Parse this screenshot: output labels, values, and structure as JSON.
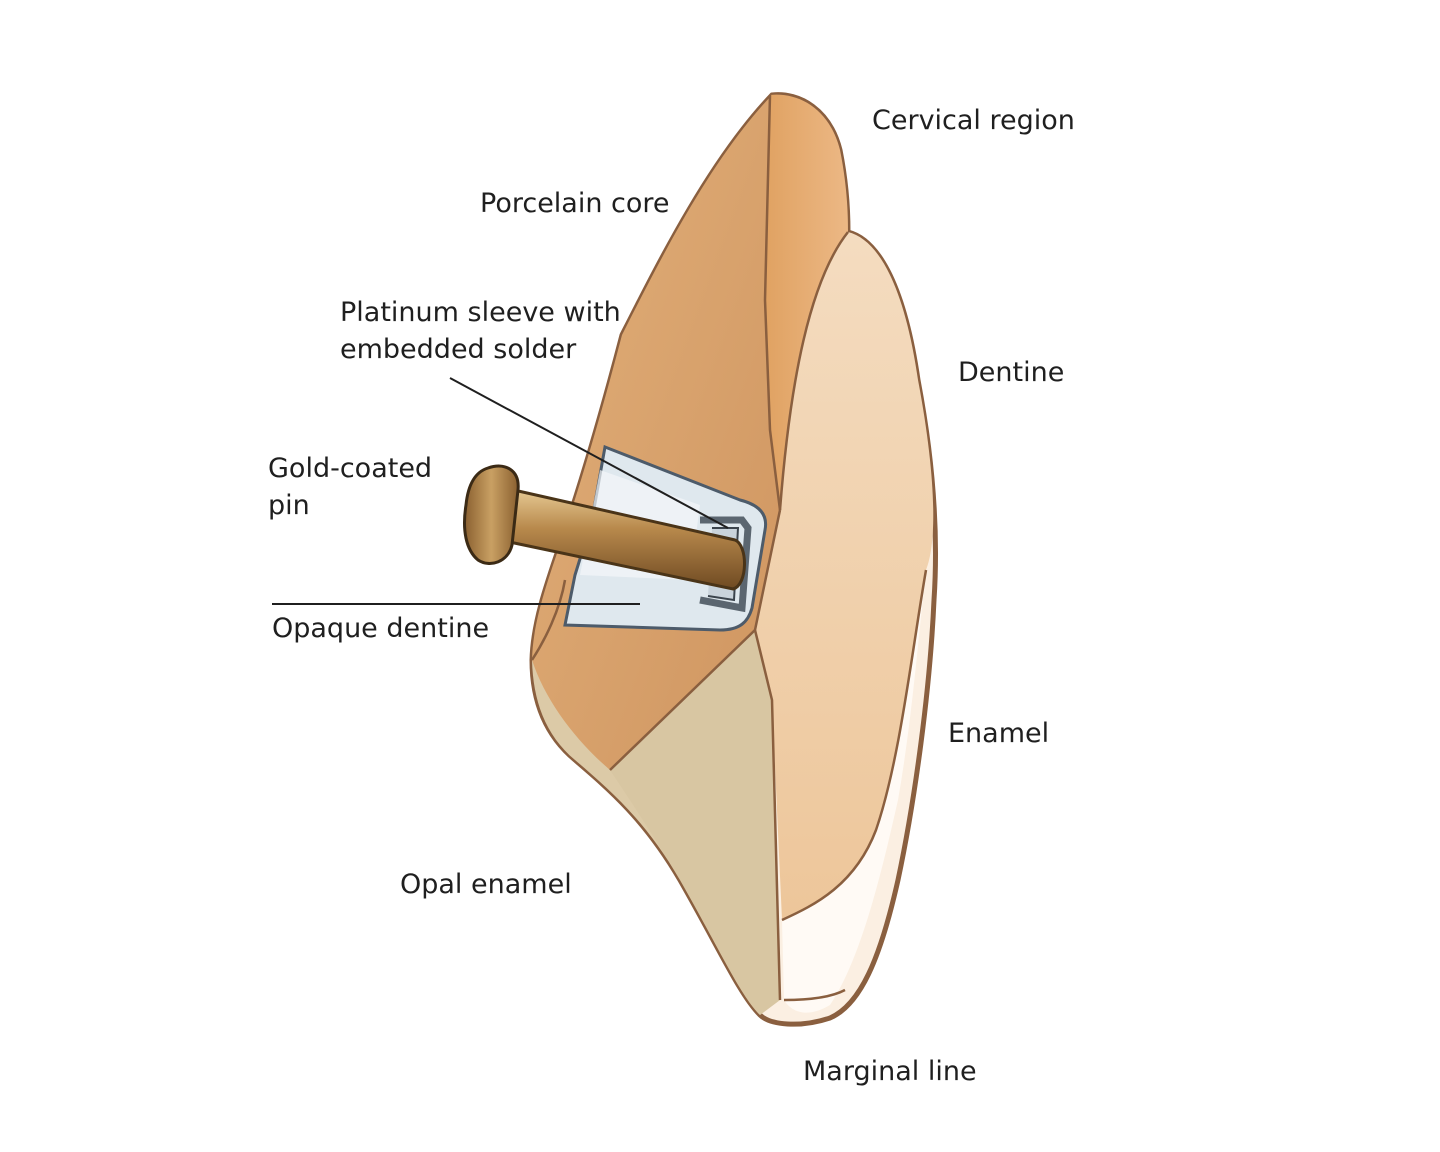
{
  "labels": {
    "cervical_region": "Cervical region",
    "porcelain_core": "Porcelain core",
    "platinum_sleeve_line1": "Platinum sleeve with",
    "platinum_sleeve_line2": "embedded solder",
    "dentine": "Dentine",
    "gold_pin_line1": "Gold-coated",
    "gold_pin_line2": "pin",
    "opaque_dentine": "Opaque dentine",
    "enamel": "Enamel",
    "opal_enamel": "Opal enamel",
    "marginal_line": "Marginal line"
  },
  "colors": {
    "outline": "#8a5f3f",
    "porcelain_core": "#d9a56c",
    "dentine": "#f0cc9f",
    "opal_enamel": "#dccaa7",
    "enamel": "#fbefe2",
    "opaque_dentine": "#dfe8ee",
    "gold_pin": "#b58a4a"
  }
}
